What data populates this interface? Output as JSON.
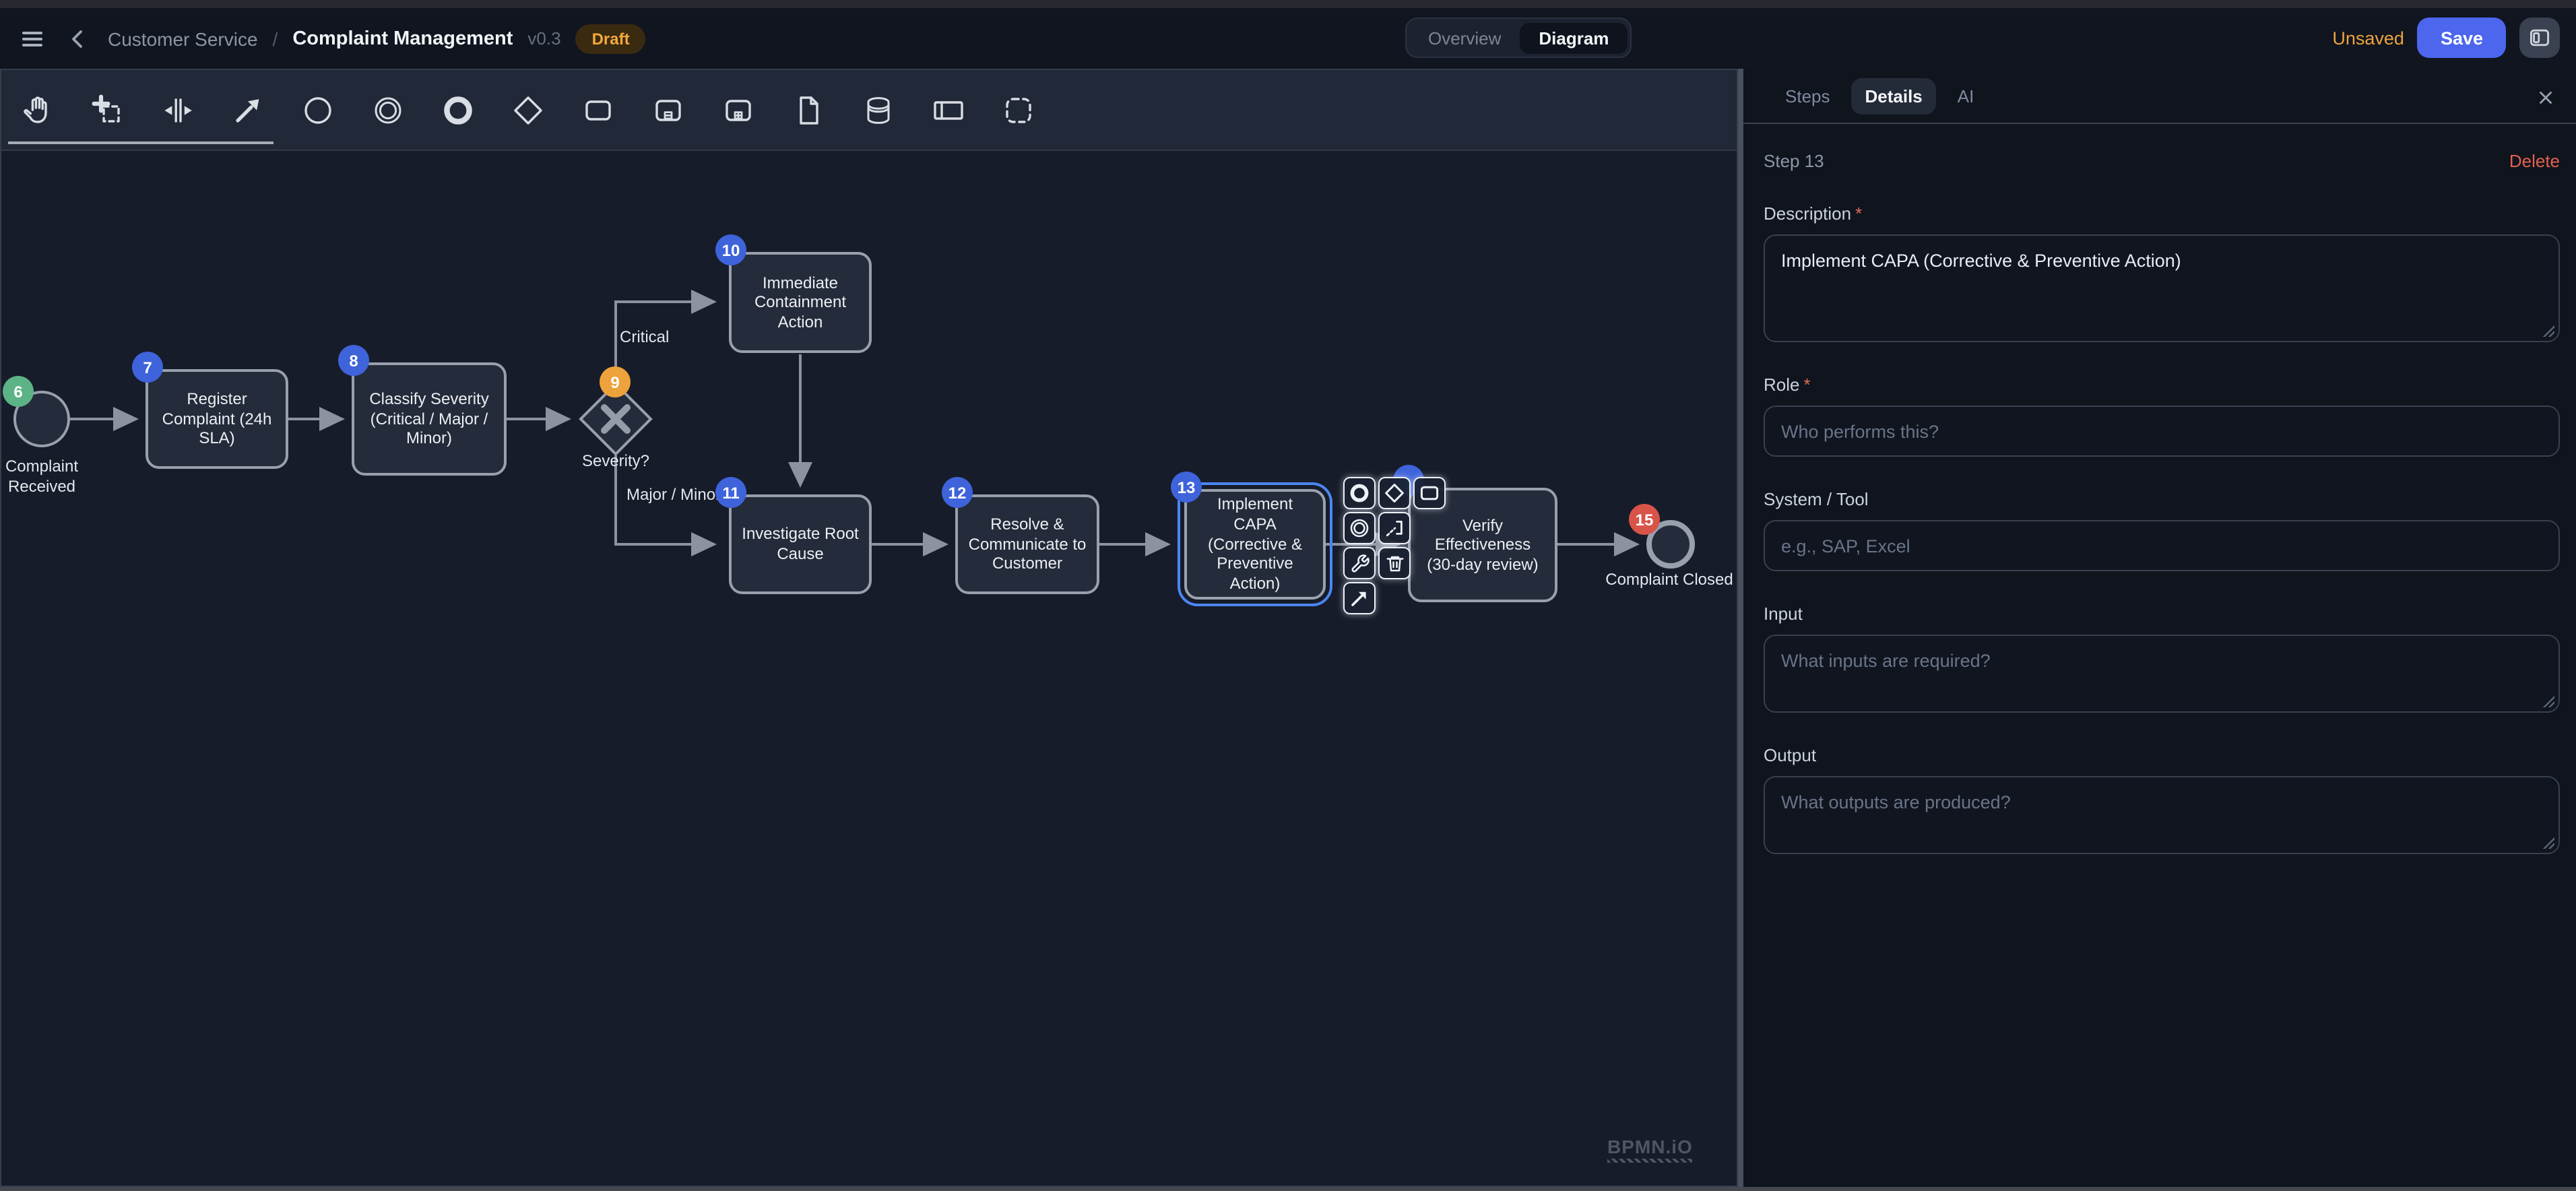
{
  "colors": {
    "accent_blue": "#4c66ee",
    "badge_blue": "#3e63da",
    "badge_green": "#5bb386",
    "badge_orange": "#eda23b",
    "badge_red": "#d85348",
    "status_amber": "#eda33f",
    "delete_red": "#e4604f",
    "draft_text": "#f3a93c",
    "selection_blue": "#4b86f2"
  },
  "topbar": {
    "breadcrumb": {
      "parent": "Customer Service",
      "separator": "/",
      "title": "Complaint Management",
      "version": "v0.3",
      "status_badge": "Draft"
    },
    "view_tabs": {
      "overview": "Overview",
      "diagram": "Diagram"
    },
    "unsaved": "Unsaved",
    "save": "Save"
  },
  "palette": {
    "tools": [
      "hand-tool",
      "lasso-tool",
      "space-tool",
      "global-connect-tool"
    ],
    "elements": [
      "start-event",
      "intermediate-event",
      "end-event",
      "exclusive-gateway",
      "task",
      "subprocess-collapsed",
      "subprocess-expanded",
      "data-object",
      "data-store",
      "participant",
      "group"
    ]
  },
  "context_pad": [
    "end-event",
    "gateway",
    "task",
    "intermediate-event",
    "text-annotation",
    "wrench",
    "trash",
    "connect-arrow"
  ],
  "diagram": {
    "watermark": "BPMN.iO",
    "edge_labels": {
      "critical": "Critical",
      "major_minor": "Major / Minor"
    },
    "nodes": {
      "n6": {
        "badge": "6",
        "label": "Complaint Received",
        "type": "start-event"
      },
      "n7": {
        "badge": "7",
        "label": "Register Complaint (24h SLA)",
        "type": "task"
      },
      "n8": {
        "badge": "8",
        "label": "Classify Severity (Critical / Major / Minor)",
        "type": "task"
      },
      "n9": {
        "badge": "9",
        "label": "Severity?",
        "type": "exclusive-gateway"
      },
      "n10": {
        "badge": "10",
        "label": "Immediate Containment Action",
        "type": "task"
      },
      "n11": {
        "badge": "11",
        "label": "Investigate Root Cause",
        "type": "task"
      },
      "n12": {
        "badge": "12",
        "label": "Resolve & Communicate to Customer",
        "type": "task"
      },
      "n13": {
        "badge": "13",
        "label": "Implement CAPA (Corrective & Preventive Action)",
        "type": "task"
      },
      "n14": {
        "label": "Verify Effectiveness (30-day review)",
        "type": "task"
      },
      "n15": {
        "badge": "15",
        "label": "Complaint Closed",
        "type": "end-event"
      }
    }
  },
  "panel": {
    "tabs": {
      "steps": "Steps",
      "details": "Details",
      "ai": "AI"
    },
    "step_label": "Step 13",
    "delete_label": "Delete",
    "fields": {
      "description": {
        "label": "Description",
        "required": "*",
        "value": "Implement CAPA (Corrective & Preventive Action)"
      },
      "role": {
        "label": "Role",
        "required": "*",
        "placeholder": "Who performs this?"
      },
      "system": {
        "label": "System / Tool",
        "placeholder": "e.g., SAP, Excel"
      },
      "input": {
        "label": "Input",
        "placeholder": "What inputs are required?"
      },
      "output": {
        "label": "Output",
        "placeholder": "What outputs are produced?"
      }
    }
  }
}
